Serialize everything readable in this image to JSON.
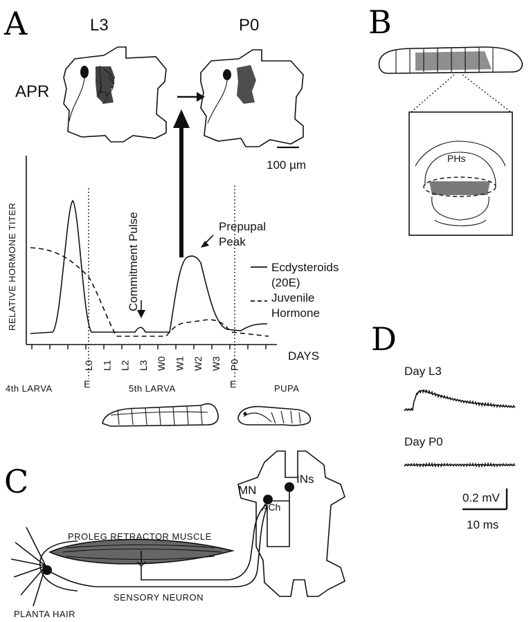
{
  "panels": {
    "a": "A",
    "b": "B",
    "c": "C",
    "d": "D"
  },
  "panel_a": {
    "stage_left": "L3",
    "stage_right": "P0",
    "row_label": "APR",
    "scale_bar": "100 µm",
    "ylabel": "RELATIVE HORMONE TITER",
    "xlabel": "DAYS",
    "commitment_label": "Commitment Pulse",
    "prepupal_label": "Prepupal Peak",
    "legend": {
      "ecdysteroids": "Ecdysteroids (20E)",
      "jh": "Juvenile Hormone"
    },
    "day_ticks": [
      "L0",
      "L1",
      "L2",
      "L3",
      "W0",
      "W1",
      "W2",
      "W3",
      "P0"
    ],
    "stages": [
      "4th LARVA",
      "5th LARVA",
      "PUPA"
    ],
    "ecdysis_mark": "E"
  },
  "panel_b": {
    "hair_label": "PHs"
  },
  "panel_c": {
    "muscle": "PROLEG RETRACTOR MUSCLE",
    "sensory": "SENSORY NEURON",
    "hair": "PLANTA HAIR",
    "mn": "MN",
    "ins": "INs",
    "ach": "ACh"
  },
  "panel_d": {
    "trace1": "Day L3",
    "trace2": "Day P0",
    "scale_v": "0.2 mV",
    "scale_t": "10 ms"
  }
}
